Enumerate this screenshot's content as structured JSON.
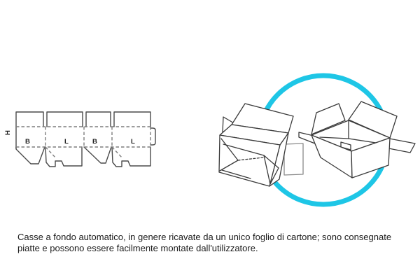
{
  "page": {
    "background_color": "#ffffff",
    "text_color": "#1a1a1a"
  },
  "diecut": {
    "height_label": "H",
    "panel_labels": [
      "B",
      "L",
      "B",
      "L"
    ],
    "solid_line_color": "#4a4a4a",
    "dashed_line_color": "#7d7d7d",
    "label_color": "#1f1f1f"
  },
  "illustration": {
    "circle_color": "#1ec6e6",
    "box_line_color": "#3a3a3a",
    "side_flap_line_color": "#8a8a8a",
    "left_drawing": "folded-carton-crash-lock-bottom",
    "right_drawing": "open-carton-box"
  },
  "caption": {
    "line1": "Casse a fondo automatico, in genere ricavate da un unico foglio di cartone; sono consegnate",
    "line2": "piatte e possono essere facilmente montate dall'utilizzatore."
  }
}
